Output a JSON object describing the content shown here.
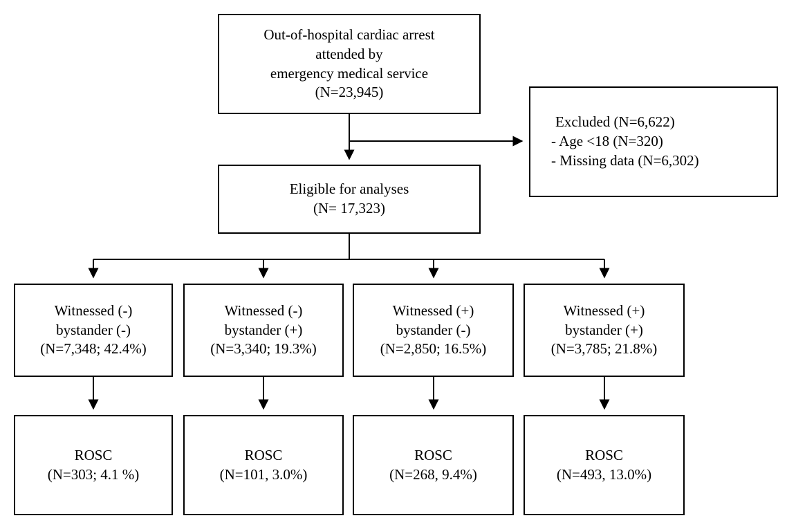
{
  "diagram": {
    "top_box": {
      "lines": [
        "Out-of-hospital cardiac arrest",
        "attended by",
        "emergency medical service",
        "(N=23,945)"
      ]
    },
    "excluded_box": {
      "lines": [
        "Excluded (N=6,622)",
        "- Age <18 (N=320)",
        "- Missing data (N=6,302)"
      ]
    },
    "eligible_box": {
      "lines": [
        "Eligible for analyses",
        "(N= 17,323)"
      ]
    },
    "group_boxes": [
      {
        "lines": [
          "Witnessed (-)",
          "bystander (-)",
          "(N=7,348; 42.4%)"
        ]
      },
      {
        "lines": [
          "Witnessed (-)",
          "bystander (+)",
          "(N=3,340; 19.3%)"
        ]
      },
      {
        "lines": [
          "Witnessed (+)",
          "bystander (-)",
          "(N=2,850; 16.5%)"
        ]
      },
      {
        "lines": [
          "Witnessed (+)",
          "bystander (+)",
          "(N=3,785; 21.8%)"
        ]
      }
    ],
    "rosc_boxes": [
      {
        "lines": [
          "ROSC",
          "(N=303; 4.1 %)"
        ]
      },
      {
        "lines": [
          "ROSC",
          "(N=101, 3.0%)"
        ]
      },
      {
        "lines": [
          "ROSC",
          "(N=268, 9.4%)"
        ]
      },
      {
        "lines": [
          "ROSC",
          "(N=493, 13.0%)"
        ]
      }
    ],
    "colors": {
      "line": "#000000",
      "box_border": "#000000",
      "background": "#ffffff"
    }
  }
}
